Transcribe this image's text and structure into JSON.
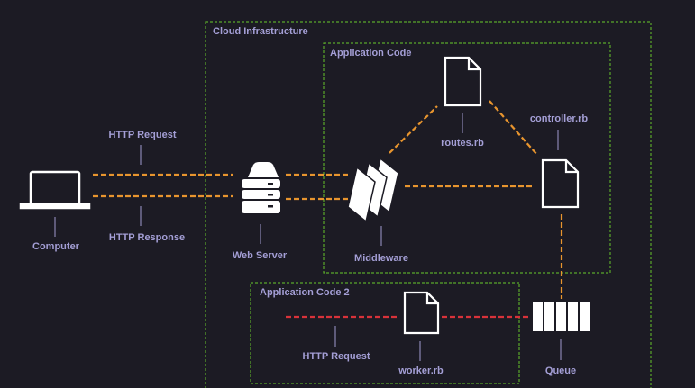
{
  "title": "Rails request flow with background worker",
  "colors": {
    "background": "#1c1b24",
    "boundary": "#5aa82a",
    "label": "#a49fd6",
    "request_line": "#e8952e",
    "job_line": "#d8323a",
    "icon": "#ffffff"
  },
  "boxes": {
    "cloud": "Cloud Infrastructure",
    "app": "Application Code",
    "app2": "Application Code 2"
  },
  "nodes": {
    "computer": {
      "label": "Computer",
      "icon": "laptop-icon"
    },
    "webserver": {
      "label": "Web Server",
      "icon": "server-icon"
    },
    "middleware": {
      "label": "Middleware",
      "icon": "layers-icon"
    },
    "routes": {
      "label": "routes.rb",
      "icon": "file-icon"
    },
    "controller": {
      "label": "controller.rb",
      "icon": "file-icon"
    },
    "queue": {
      "label": "Queue",
      "icon": "queue-icon"
    },
    "worker": {
      "label": "worker.rb",
      "icon": "file-icon"
    }
  },
  "edges": {
    "http_request": "HTTP Request",
    "http_response": "HTTP Response",
    "worker_request": "HTTP Request"
  }
}
